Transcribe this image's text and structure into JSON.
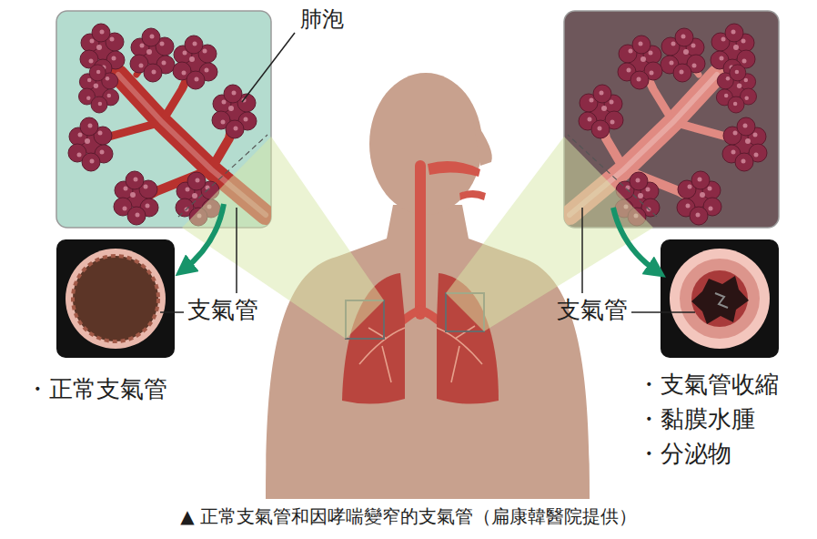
{
  "diagram": {
    "caption": "▲ 正常支氣管和因哮喘變窄的支氣管（扁康韓醫院提供）",
    "labels": [
      "肺泡",
      "支氣管",
      "・正常支氣管",
      "支氣管",
      "・支氣管收縮",
      "・黏膜水腫",
      "・分泌物"
    ]
  }
}
